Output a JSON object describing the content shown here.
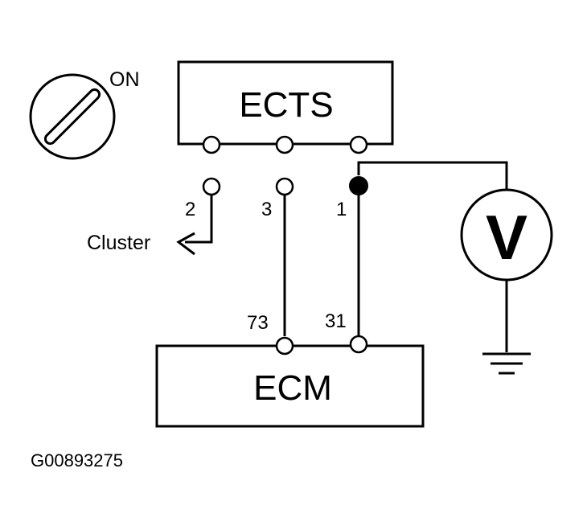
{
  "ignition": {
    "state_label": "ON"
  },
  "components": {
    "sensor": {
      "label": "ECTS"
    },
    "module": {
      "label": "ECM"
    },
    "meter": {
      "label": "V"
    }
  },
  "connector_pins": {
    "pin_2": "2",
    "pin_3": "3",
    "pin_1": "1",
    "pin_73": "73",
    "pin_31": "31"
  },
  "destinations": {
    "cluster": "Cluster"
  },
  "figure_id": "G00893275"
}
